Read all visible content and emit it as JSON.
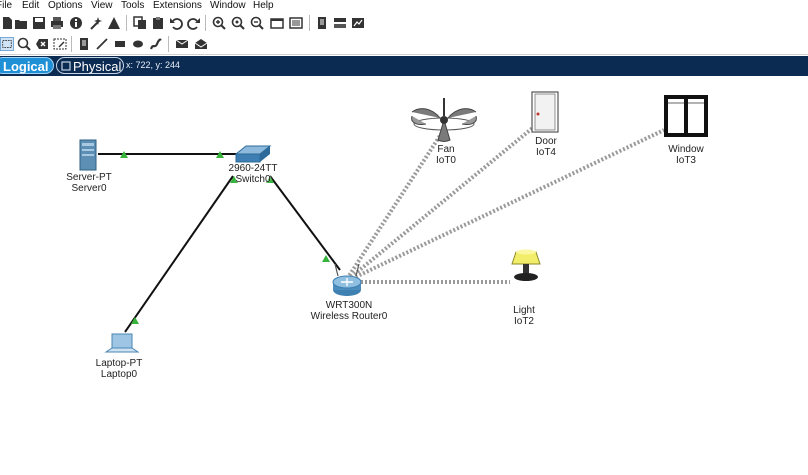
{
  "menu": [
    "File",
    "Edit",
    "Options",
    "View",
    "Tools",
    "Extensions",
    "Window",
    "Help"
  ],
  "toolbar_icons": [
    "new-icon",
    "open-icon",
    "save-icon",
    "print-icon",
    "info-icon",
    "activity-wizard-icon",
    "custom-device-icon",
    "copy-icon",
    "paste-icon",
    "undo-icon",
    "redo-icon",
    "zoom-in-icon",
    "zoom-reset-icon",
    "zoom-out-icon",
    "drawing-palette-icon",
    "custom-devices-dialog-icon",
    "viewport-icon",
    "notes-icon",
    "simulation-icon"
  ],
  "toolbar2_icons": [
    "select-icon",
    "inspect-icon",
    "delete-icon",
    "resize-icon",
    "note-icon",
    "line-icon",
    "rectangle-icon",
    "ellipse-icon",
    "freeform-icon",
    "add-simple-pdu-icon",
    "add-complex-pdu-icon"
  ],
  "mode": {
    "logical": "Logical",
    "physical": "Physical",
    "coords": "x: 722, y: 244"
  },
  "devices": {
    "server": {
      "model": "Server-PT",
      "name": "Server0"
    },
    "switch": {
      "model": "2960-24TT",
      "name": "Switch0"
    },
    "router": {
      "model": "WRT300N",
      "name": "Wireless Router0"
    },
    "laptop": {
      "model": "Laptop-PT",
      "name": "Laptop0"
    },
    "fan": {
      "model": "Fan",
      "name": "IoT0"
    },
    "door": {
      "model": "Door",
      "name": "IoT4"
    },
    "window": {
      "model": "Window",
      "name": "IoT3"
    },
    "light": {
      "model": "Light",
      "name": "IoT2"
    }
  },
  "colors": {
    "mode_bar": "#0c2b52",
    "logical_tab": "#1f8fd6",
    "link_up": "#35b33a",
    "cable": "#111111",
    "wireless": "#9a9a9a"
  }
}
